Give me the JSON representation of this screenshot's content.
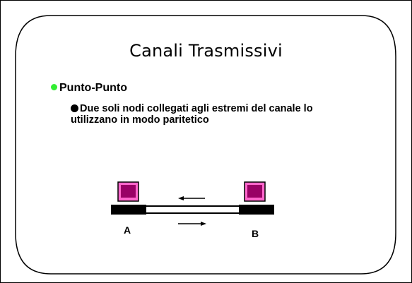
{
  "slide": {
    "title": "Canali Trasmissivi",
    "bullet_1": "Punto-Punto",
    "bullet_2_line_1": "Due soli nodi collegati agli estremi del canale lo",
    "bullet_2_line_2": "utilizzano in modo paritetico"
  },
  "diagram": {
    "node_a_label": "A",
    "node_b_label": "B",
    "arrow_top_direction": "left",
    "arrow_bottom_direction": "right"
  },
  "colors": {
    "bullet_green": "#33ee33",
    "monitor_screen": "#990066",
    "monitor_frame": "#ff66cc",
    "device_dark": "#000000"
  }
}
